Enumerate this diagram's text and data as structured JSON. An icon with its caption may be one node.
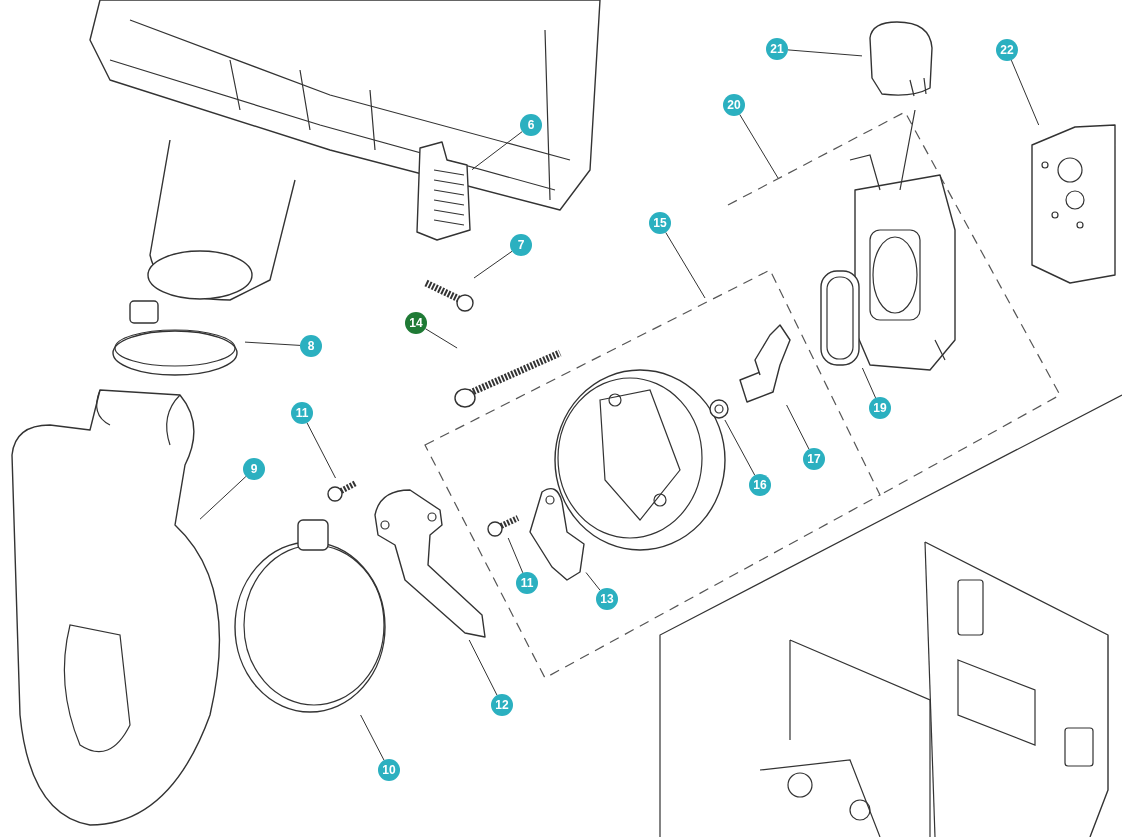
{
  "diagram": {
    "nodes": [
      {
        "text": [
          "21"
        ]
      },
      {
        "text": [
          "22"
        ]
      },
      {
        "text": [
          "20"
        ]
      },
      {
        "text": [
          "6"
        ]
      },
      {
        "text": [
          "7"
        ]
      },
      {
        "text": [
          "15"
        ]
      },
      {
        "text": [
          "14"
        ]
      },
      {
        "text": [
          "8"
        ]
      },
      {
        "text": [
          "19"
        ]
      },
      {
        "text": [
          "11"
        ]
      },
      {
        "text": [
          "9"
        ]
      },
      {
        "text": [
          "17"
        ]
      },
      {
        "text": [
          "16"
        ]
      },
      {
        "text": [
          "11"
        ]
      },
      {
        "text": [
          "13"
        ]
      },
      {
        "text": [
          "12"
        ]
      },
      {
        "text": [
          "10"
        ]
      },
      {
        "text": [],
        "shape": "picture"
      },
      {
        "text": [],
        "shape": "picture"
      },
      {
        "text": [],
        "shape": "picture"
      },
      {
        "text": [],
        "shape": "picture"
      },
      {
        "text": [],
        "shape": "picture"
      },
      {
        "text": [],
        "shape": "picture"
      },
      {
        "text": [],
        "shape": "picture"
      },
      {
        "text": [],
        "shape": "picture"
      },
      {
        "text": [],
        "shape": "picture"
      },
      {
        "text": [],
        "shape": "picture"
      },
      {
        "text": [],
        "shape": "picture"
      },
      {
        "text": [],
        "shape": "picture"
      },
      {
        "text": [],
        "shape": "picture"
      },
      {
        "text": [],
        "shape": "picture"
      },
      {
        "text": [],
        "shape": "picture"
      }
    ],
    "edges": [
      {
        "from": 0,
        "to": 17,
        "arrow": "none"
      },
      {
        "from": 1,
        "to": 18,
        "arrow": "none"
      },
      {
        "from": 2,
        "to": null,
        "arrow": "none"
      },
      {
        "from": 3,
        "to": 19,
        "arrow": "none"
      },
      {
        "from": 4,
        "to": 20,
        "arrow": "none"
      },
      {
        "from": 5,
        "to": null,
        "arrow": "none"
      },
      {
        "from": 6,
        "to": 21,
        "arrow": "none"
      },
      {
        "from": 7,
        "to": 22,
        "arrow": "none"
      },
      {
        "from": 8,
        "to": 23,
        "arrow": "none"
      },
      {
        "from": 9,
        "to": 24,
        "arrow": "none"
      },
      {
        "from": 10,
        "to": 25,
        "arrow": "none"
      },
      {
        "from": 11,
        "to": 26,
        "arrow": "none"
      },
      {
        "from": 12,
        "to": 27,
        "arrow": "none"
      },
      {
        "from": 13,
        "to": 28,
        "arrow": "none"
      },
      {
        "from": 14,
        "to": 29,
        "arrow": "none"
      },
      {
        "from": 15,
        "to": 30,
        "arrow": "none"
      },
      {
        "from": 16,
        "to": 31,
        "arrow": "none"
      }
    ]
  }
}
